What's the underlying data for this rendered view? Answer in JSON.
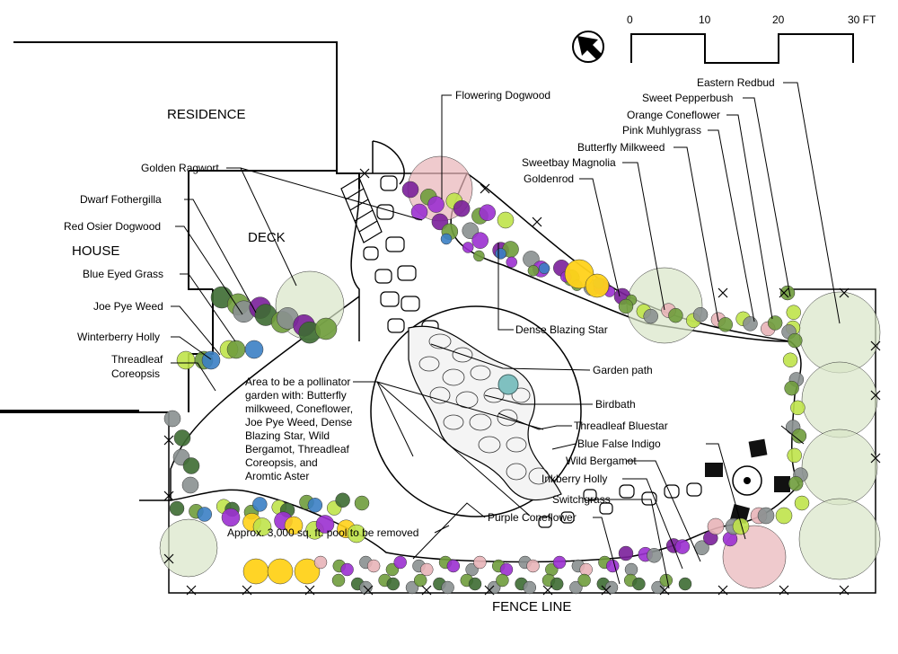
{
  "areas": {
    "residence": "RESIDENCE",
    "house": "HOUSE",
    "deck": "DECK",
    "fence_line": "FENCE LINE"
  },
  "scale": {
    "ticks": [
      "0",
      "10",
      "20",
      "30 FT"
    ]
  },
  "plants": {
    "golden_ragwort": "Golden Ragwort",
    "dwarf_fothergilla": "Dwarf Fothergilla",
    "red_osier_dogwood": "Red Osier Dogwood",
    "blue_eyed_grass": "Blue Eyed Grass",
    "joe_pye_weed": "Joe Pye Weed",
    "winterberry_holly": "Winterberry Holly",
    "threadleaf_coreopsis_1": "Threadleaf",
    "threadleaf_coreopsis_2": "Coreopsis",
    "flowering_dogwood": "Flowering Dogwood",
    "eastern_redbud": "Eastern Redbud",
    "sweet_pepperbush": "Sweet Pepperbush",
    "orange_coneflower": "Orange Coneflower",
    "pink_muhlygrass": "Pink Muhlygrass",
    "butterfly_milkweed": "Butterfly Milkweed",
    "sweetbay_magnolia": "Sweetbay Magnolia",
    "goldenrod": "Goldenrod",
    "dense_blazing_star": "Dense Blazing Star",
    "threadleaf_bluestar": "Threadleaf Bluestar",
    "blue_false_indigo": "Blue False Indigo",
    "wild_bergamot": "Wild Bergamot",
    "inkberry_holly": "Inkberry Holly",
    "switchgrass": "Switchgrass",
    "purple_coneflower": "Purple Coneflower"
  },
  "features": {
    "garden_path": "Garden path",
    "birdbath": "Birdbath",
    "pool_note": "Approx. 3,000 sq. ft. pool to be removed"
  },
  "pollinator_note": [
    "Area to be a pollinator",
    "garden with: Butterfly",
    "milkweed, Coneflower,",
    "Joe Pye Weed, Dense",
    "Blazing Star, Wild",
    "Bergamot, Threadleaf",
    "Coreopsis, and",
    "Aromtic Aster"
  ],
  "colors": {
    "purple": "#9b30d0",
    "violet": "#7a1f9a",
    "yellow": "#ffd21a",
    "lime": "#bfe34a",
    "green": "#6f9c3c",
    "dark_green": "#3d6b32",
    "gray": "#8a9090",
    "blue": "#3b7fc4",
    "pink": "#e8b4b8",
    "pale_green": "#d8e6c8",
    "birdbath": "#7fc0c0"
  }
}
